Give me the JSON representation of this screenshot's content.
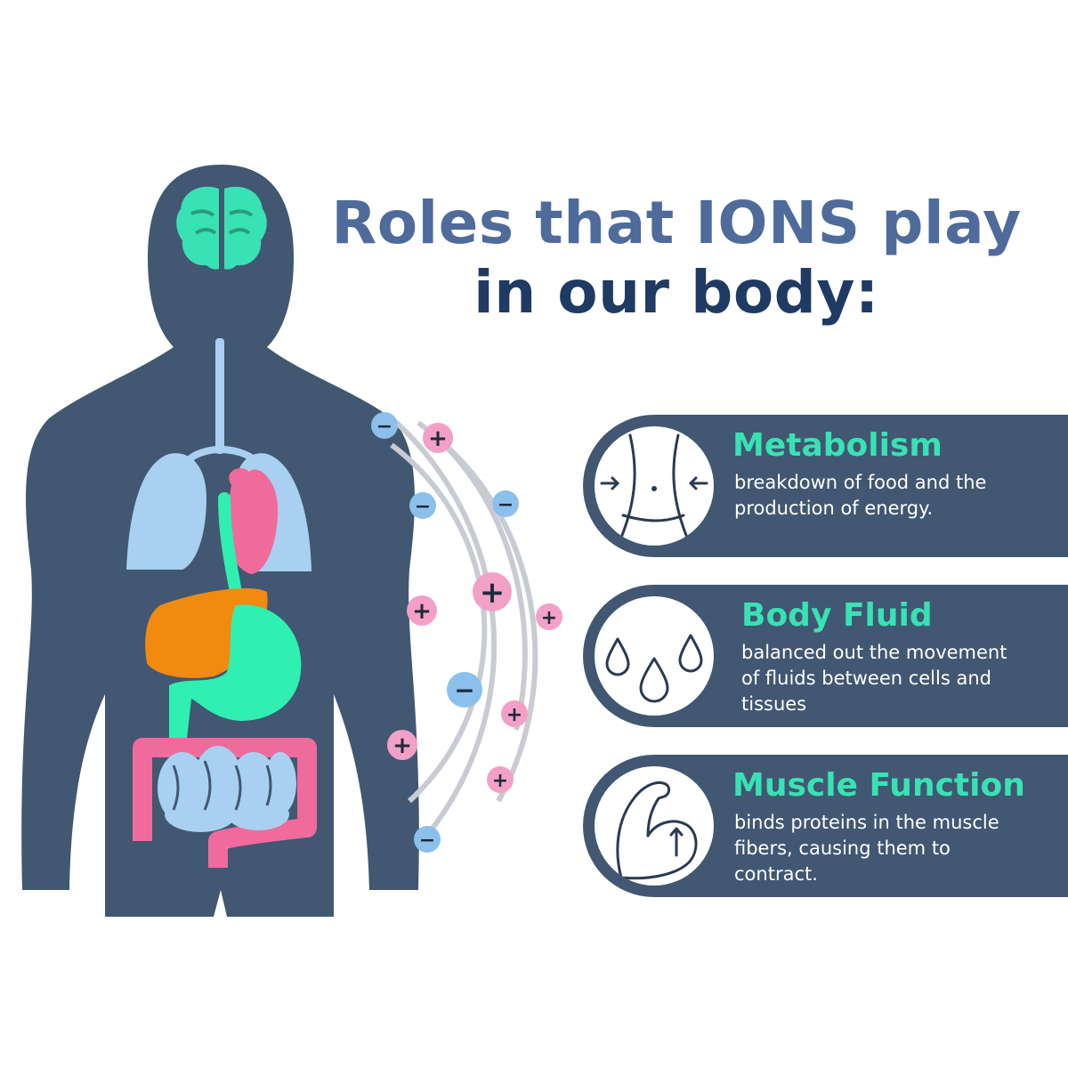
{
  "title": {
    "line1": "Roles that IONS play",
    "line2": "in our body:"
  },
  "roles": [
    {
      "heading": "Metabolism",
      "lines": [
        "breakdown of food and the",
        "production of energy."
      ],
      "icon": "waist-icon"
    },
    {
      "heading": "Body Fluid",
      "lines": [
        "balanced out the movement",
        "of fluids between cells and",
        "tissues"
      ],
      "icon": "droplets-icon"
    },
    {
      "heading": "Muscle Function",
      "lines": [
        "binds proteins in the muscle",
        "fibers, causing them to",
        "contract."
      ],
      "icon": "flexed-arm-icon"
    }
  ],
  "ion_labels": {
    "positive": "+",
    "negative": "−"
  },
  "colors": {
    "body": "#415772",
    "brain": "#38e2b4",
    "lungs": "#a9d0f0",
    "heart": "#f06b9b",
    "liver": "#f28a0f",
    "stomach": "#2ff0b0",
    "intestine": "#a9d0f0",
    "colon": "#f06b9b",
    "cation": "#f2a0c8",
    "anion": "#8cc0ec",
    "card": "#415772",
    "heading": "#38e2b4"
  }
}
